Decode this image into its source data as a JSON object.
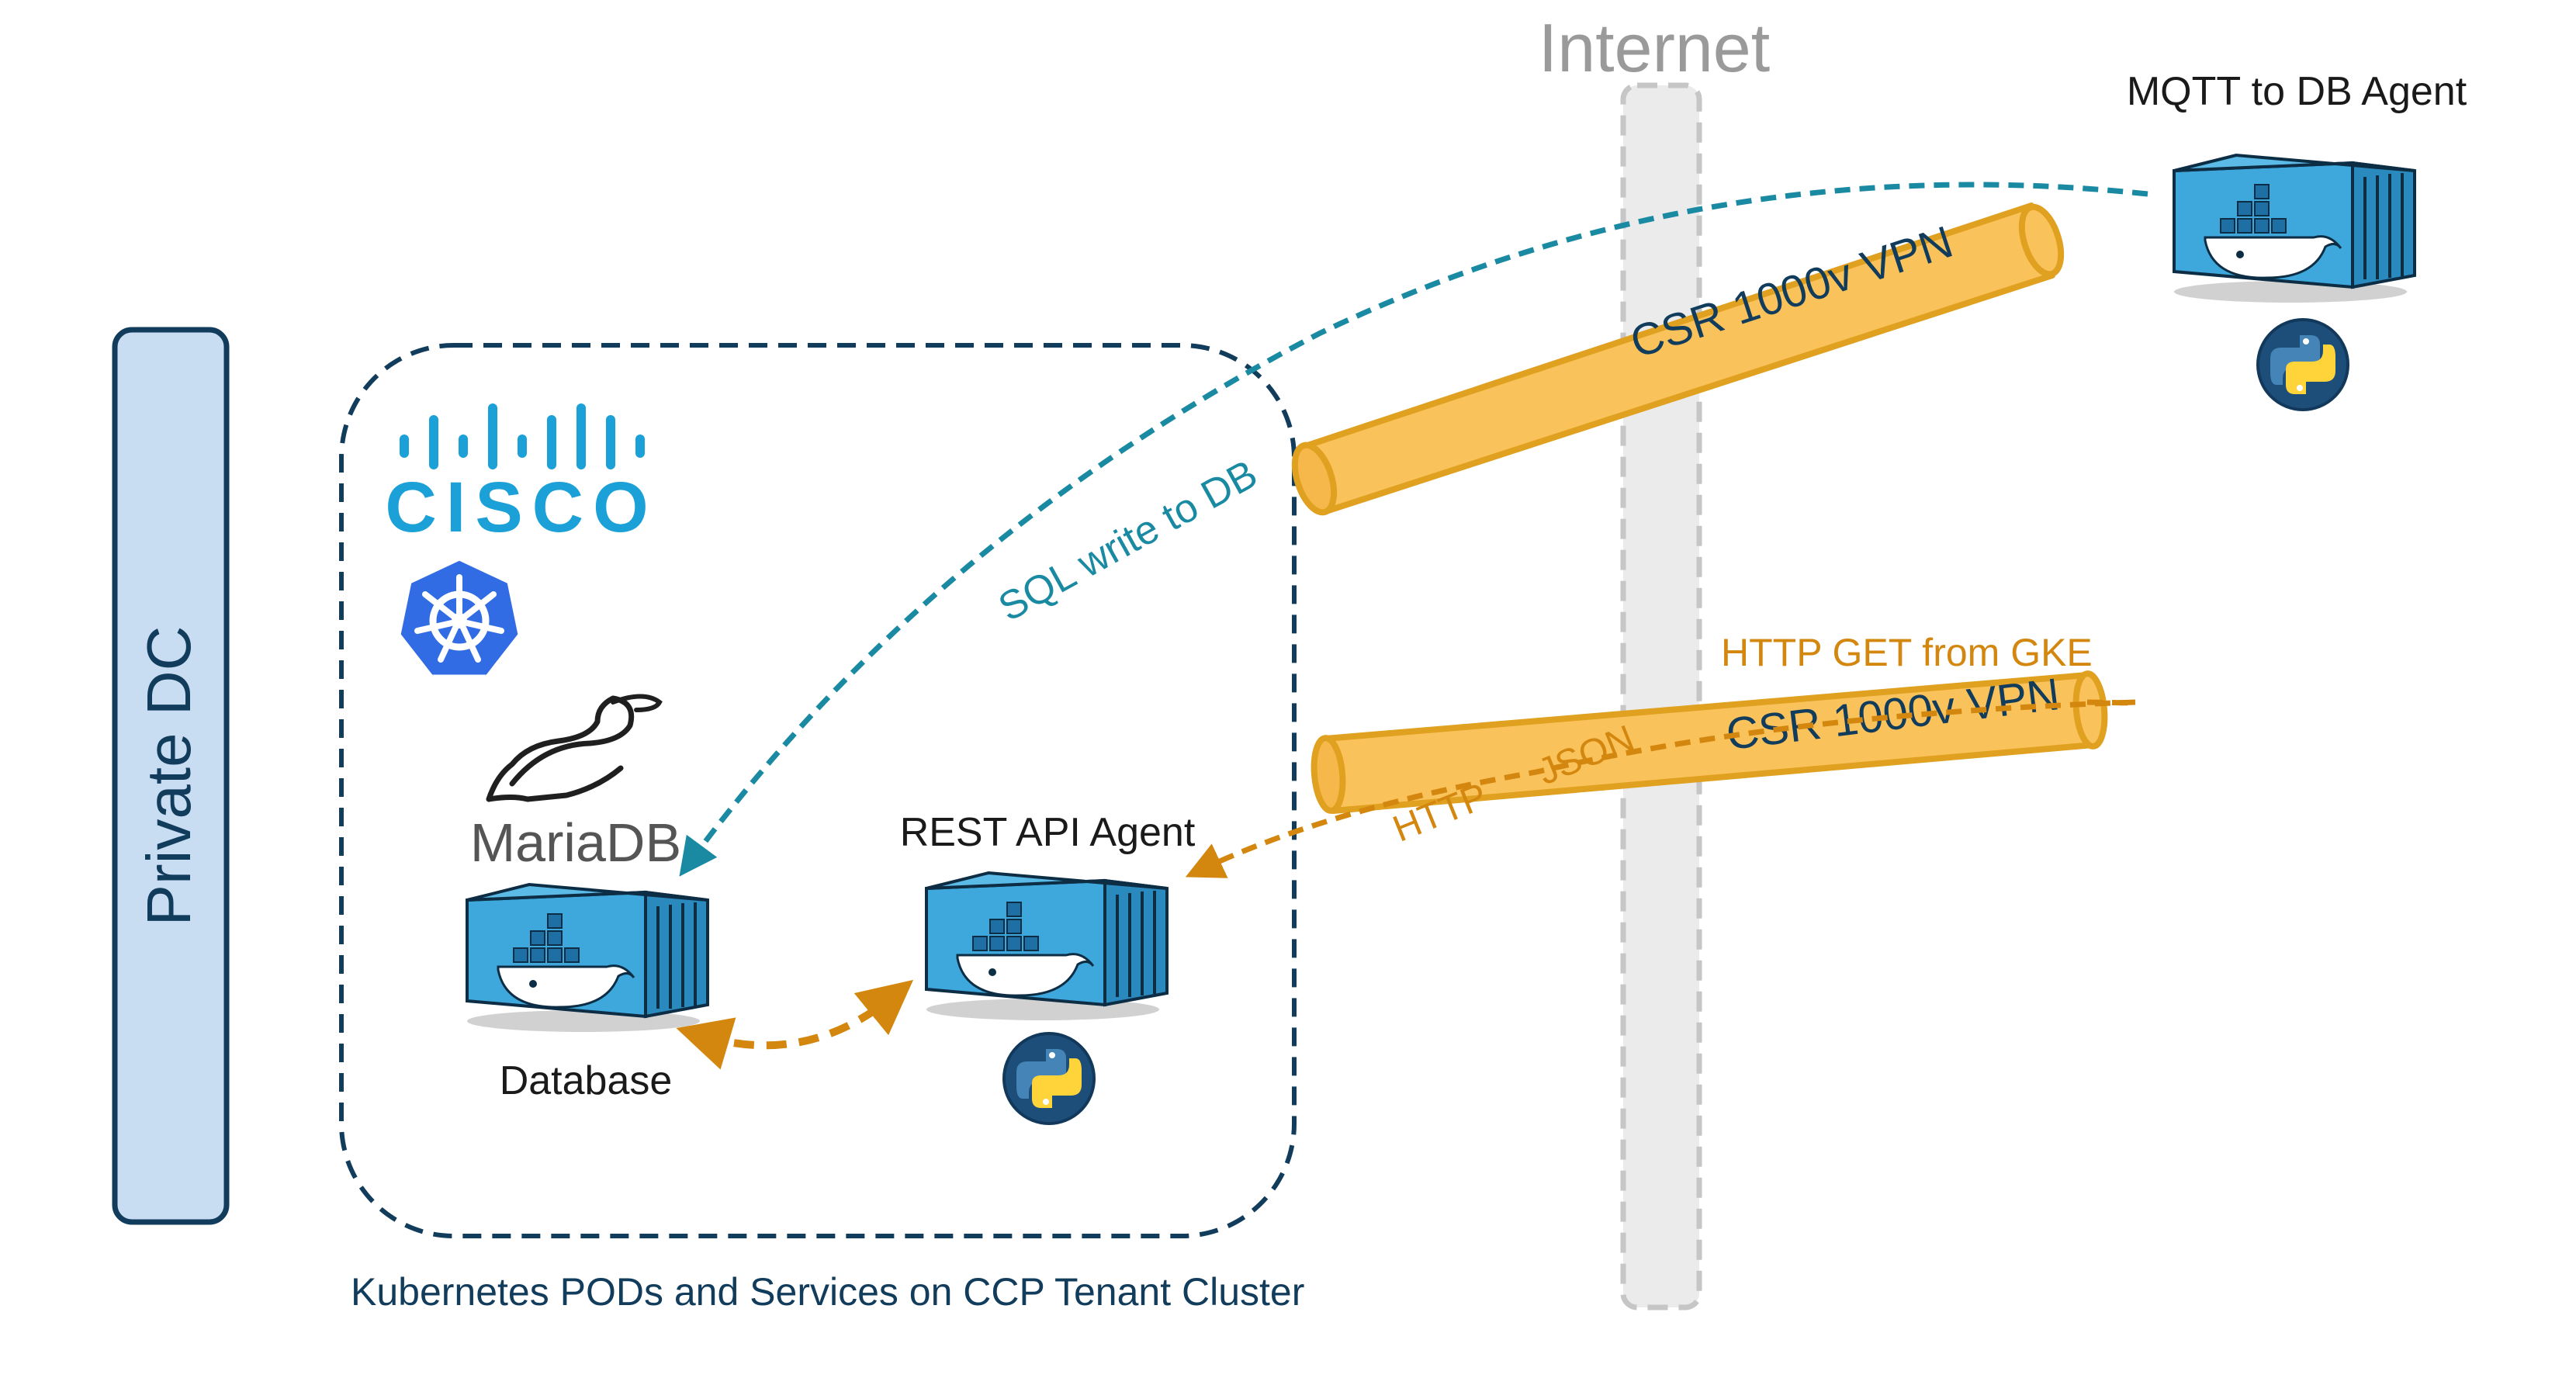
{
  "internet_label": "Internet",
  "private_dc_label": "Private DC",
  "cluster_caption": "Kubernetes PODs and Services on CCP Tenant Cluster",
  "cisco_wordmark": "CISCO",
  "mariadb_wordmark": "MariaDB",
  "nodes": {
    "mqtt_agent": "MQTT to DB Agent",
    "rest_agent": "REST API Agent",
    "database": "Database"
  },
  "tunnels": {
    "upper": "CSR 1000v VPN",
    "lower": "CSR 1000v VPN"
  },
  "flows": {
    "sql_write": "SQL write to DB",
    "http_get": "HTTP GET from GKE",
    "http": "HTTP",
    "json": "JSON"
  },
  "colors": {
    "teal": "#1a8aa3",
    "orange": "#d4870e",
    "tube_fill": "#f9c25b",
    "tube_stroke": "#e0a020",
    "navy": "#123c5c",
    "panel": "#c8dcf2",
    "docker_blue": "#3ea8dd",
    "k8s_blue": "#326ce5",
    "cisco_blue": "#1ba0d7"
  }
}
